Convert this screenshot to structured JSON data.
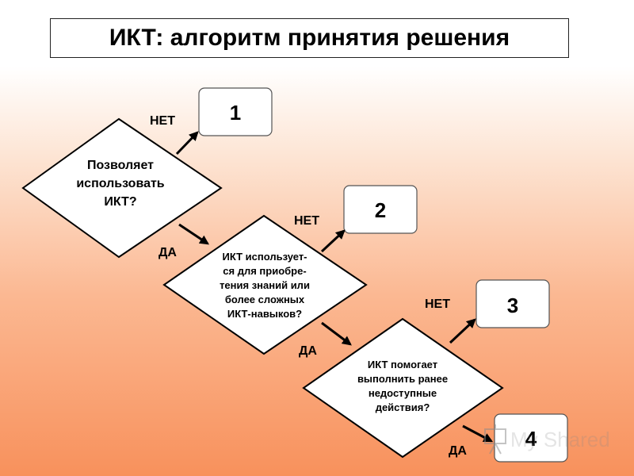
{
  "title": "ИКТ: алгоритм принятия решения",
  "decisions": [
    {
      "lines": [
        "Позволяет",
        "использовать",
        "ИКТ?"
      ]
    },
    {
      "lines": [
        "ИКТ использует-",
        "ся для приобре-",
        "тения знаний или",
        "более сложных",
        "ИКТ-навыков?"
      ]
    },
    {
      "lines": [
        "ИКТ помогает",
        "выполнить ранее",
        "недоступные",
        "действия?"
      ]
    }
  ],
  "results": [
    "1",
    "2",
    "3",
    "4"
  ],
  "edge_labels": {
    "no": "НЕТ",
    "yes": "ДА"
  },
  "watermark": "My Shared"
}
